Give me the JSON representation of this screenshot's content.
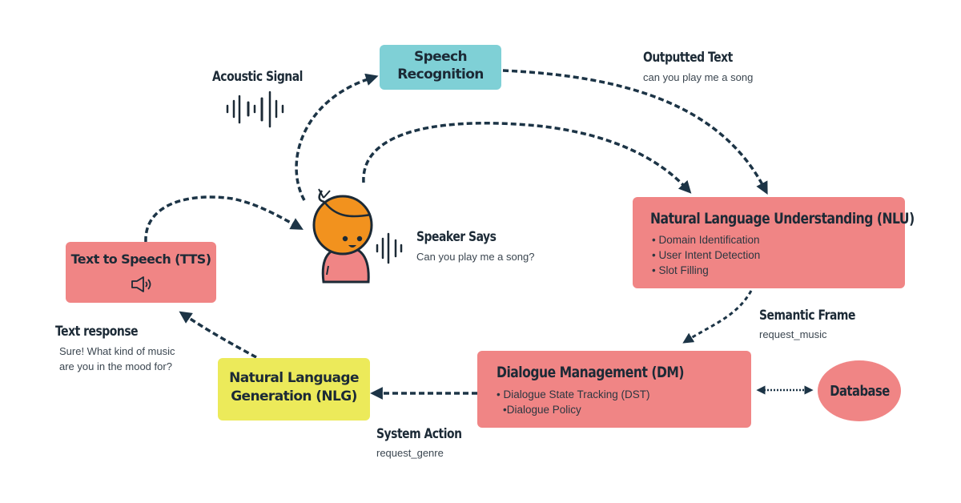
{
  "nodes": {
    "speech_recognition": {
      "label_line1": "Speech",
      "label_line2": "Recognition",
      "color": "#7fd0d6"
    },
    "nlu": {
      "title": "Natural Language Understanding (NLU)",
      "bullets": [
        "• Domain Identification",
        "• User Intent Detection",
        "• Slot Filling"
      ],
      "color": "#f08585"
    },
    "dm": {
      "title": "Dialogue Management (DM)",
      "bullets": [
        "•  Dialogue State Tracking (DST)",
        "•Dialogue Policy"
      ],
      "color": "#f08585"
    },
    "database": {
      "label": "Database",
      "color": "#f08585"
    },
    "nlg": {
      "label_line1": "Natural Language",
      "label_line2": "Generation (NLG)",
      "color": "#ecea5a"
    },
    "tts": {
      "title": "Text to Speech (TTS)",
      "icon": "speaker-icon",
      "color": "#f08585"
    }
  },
  "annotations": {
    "acoustic_signal": {
      "title": "Acoustic Signal",
      "icon": "sound-wave-icon"
    },
    "outputted_text": {
      "title": "Outputted Text",
      "value": "can you play me a song"
    },
    "speaker_says": {
      "title": "Speaker Says",
      "value": "Can you play me a song?",
      "icon": "sound-wave-icon"
    },
    "semantic_frame": {
      "title": "Semantic Frame",
      "value": "request_music"
    },
    "system_action": {
      "title": "System Action",
      "value": "request_genre"
    },
    "text_response": {
      "title": "Text response",
      "value_line1": "Sure! What kind of music",
      "value_line2": "are you in the mood for?"
    }
  },
  "speaker": {
    "icon": "speaker-avatar",
    "skin_color": "#f2921e",
    "shirt_color": "#f08585"
  },
  "arrow_color": "#1c3446"
}
